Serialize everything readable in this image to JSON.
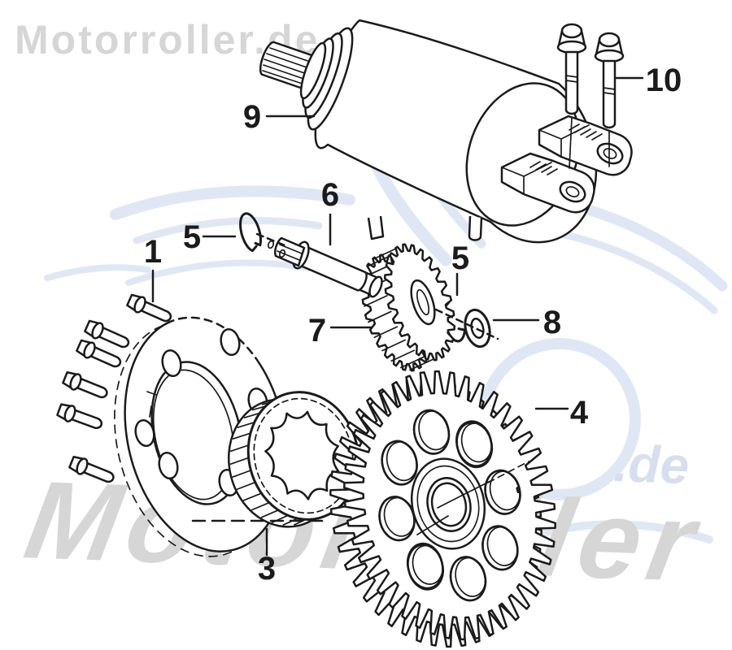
{
  "watermarks": {
    "top_left": "Motorroller.de",
    "bottom_brand": "Motorroller",
    "bottom_suffix": ".de"
  },
  "colors": {
    "line": "#1b1b1b",
    "watermark_gray": "#d6d6d6",
    "watermark_blue": "#e0e7f4",
    "watermark_blue_text": "#d7dfef",
    "background": "#ffffff"
  },
  "callouts": {
    "c1": {
      "number": "1"
    },
    "c3": {
      "number": "3"
    },
    "c4": {
      "number": "4"
    },
    "c5a": {
      "number": "5"
    },
    "c5b": {
      "number": "5"
    },
    "c6": {
      "number": "6"
    },
    "c7": {
      "number": "7"
    },
    "c8": {
      "number": "8"
    },
    "c9": {
      "number": "9"
    },
    "c10": {
      "number": "10"
    }
  }
}
